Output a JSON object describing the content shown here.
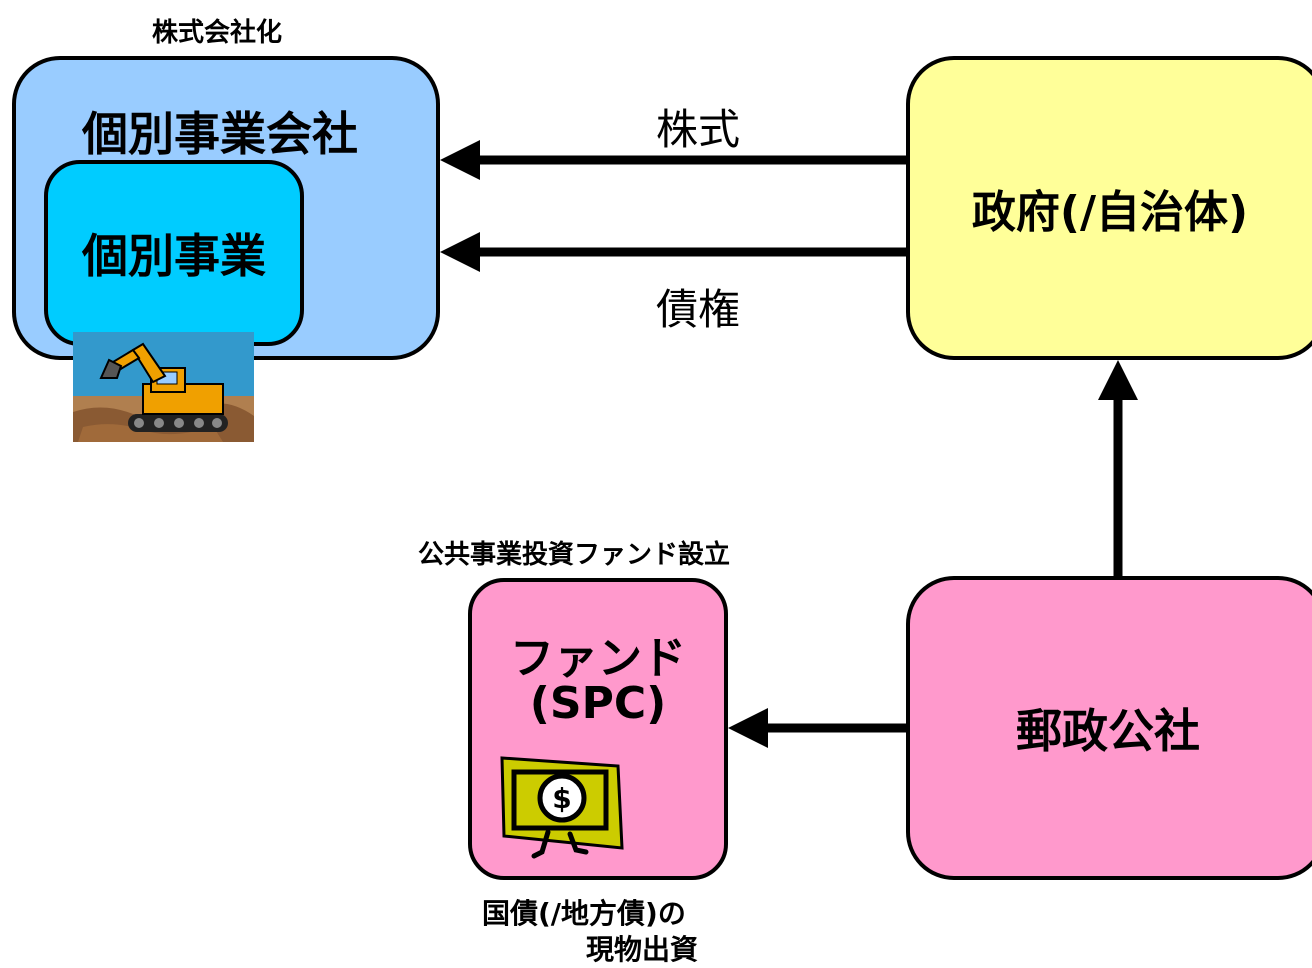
{
  "labels": {
    "incorporation": "株式会社化",
    "company": "個別事業会社",
    "project": "個別事業",
    "shares": "株式",
    "bonds": "債権",
    "government": "政府(/自治体)",
    "fund_setup": "公共事業投資ファンド設立",
    "fund_line1": "ファンド",
    "fund_line2": "(SPC)",
    "postal": "郵政公社",
    "contribution_line1": "国債(/地方債)の",
    "contribution_line2": "現物出資",
    "dollar_sign": "$"
  },
  "colors": {
    "company_fill": "#99ccff",
    "project_fill": "#00ccff",
    "government_fill": "#ffff99",
    "fund_fill": "#ff99cc",
    "postal_fill": "#ff99cc",
    "money_fill": "#cccc00"
  },
  "icons": {
    "excavator": "excavator-clipart",
    "money": "walking-dollar-bill-clipart"
  }
}
